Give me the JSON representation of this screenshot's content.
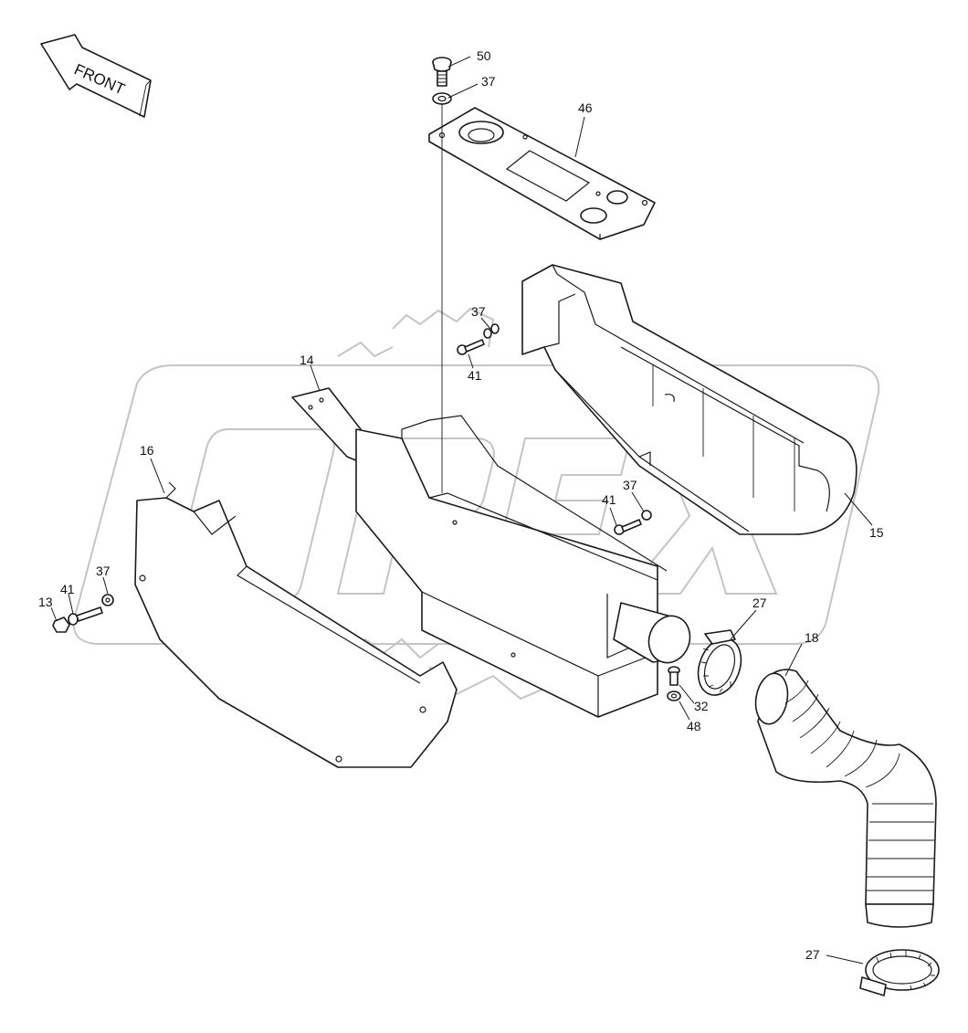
{
  "corner_mark": "",
  "front_arrow": {
    "text": "FRONT"
  },
  "watermark": {
    "text": "OPEX"
  },
  "callouts": [
    {
      "id": "c50",
      "text": "50"
    },
    {
      "id": "c37a",
      "text": "37"
    },
    {
      "id": "c46",
      "text": "46"
    },
    {
      "id": "c37b",
      "text": "37"
    },
    {
      "id": "c41a",
      "text": "41"
    },
    {
      "id": "c14",
      "text": "14"
    },
    {
      "id": "c16",
      "text": "16"
    },
    {
      "id": "c15",
      "text": "15"
    },
    {
      "id": "c37c",
      "text": "37"
    },
    {
      "id": "c41b",
      "text": "41"
    },
    {
      "id": "c37d",
      "text": "37"
    },
    {
      "id": "c41c",
      "text": "41"
    },
    {
      "id": "c13",
      "text": "13"
    },
    {
      "id": "c27a",
      "text": "27"
    },
    {
      "id": "c18",
      "text": "18"
    },
    {
      "id": "c32",
      "text": "32"
    },
    {
      "id": "c48",
      "text": "48"
    },
    {
      "id": "c27b",
      "text": "27"
    }
  ]
}
